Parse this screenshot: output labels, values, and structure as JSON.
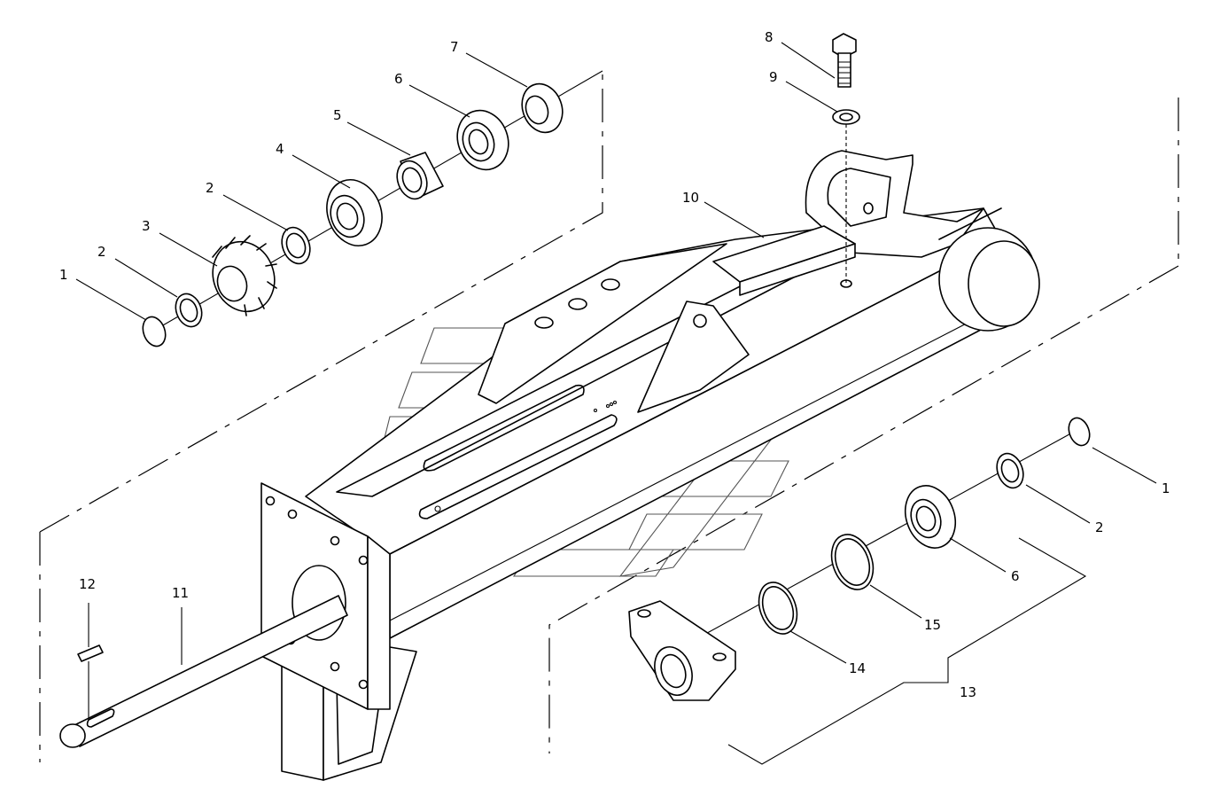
{
  "callouts": [
    {
      "id": "c1a",
      "text": "1"
    },
    {
      "id": "c2a",
      "text": "2"
    },
    {
      "id": "c3",
      "text": "3"
    },
    {
      "id": "c2b",
      "text": "2"
    },
    {
      "id": "c4",
      "text": "4"
    },
    {
      "id": "c5",
      "text": "5"
    },
    {
      "id": "c6a",
      "text": "6"
    },
    {
      "id": "c7",
      "text": "7"
    },
    {
      "id": "c8",
      "text": "8"
    },
    {
      "id": "c9",
      "text": "9"
    },
    {
      "id": "c10",
      "text": "10"
    },
    {
      "id": "c11",
      "text": "11"
    },
    {
      "id": "c12",
      "text": "12"
    },
    {
      "id": "c1b",
      "text": "1"
    },
    {
      "id": "c2c",
      "text": "2"
    },
    {
      "id": "c6b",
      "text": "6"
    },
    {
      "id": "c15",
      "text": "15"
    },
    {
      "id": "c14",
      "text": "14"
    },
    {
      "id": "c13",
      "text": "13"
    }
  ]
}
